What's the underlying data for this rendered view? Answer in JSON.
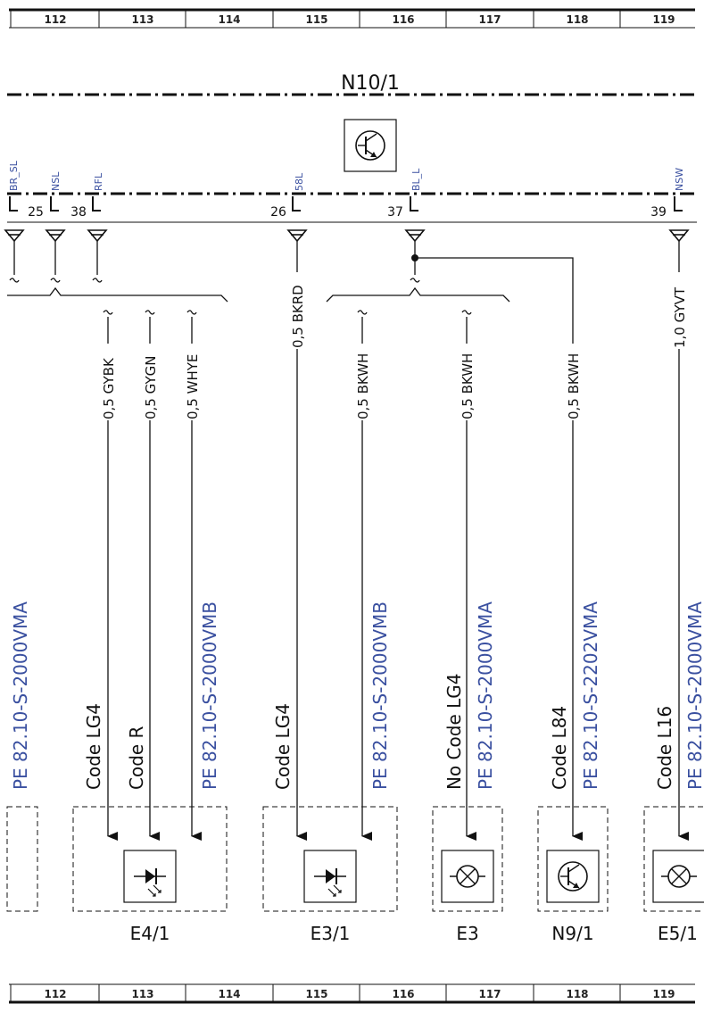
{
  "ruler": {
    "top": [
      "112",
      "113",
      "114",
      "115",
      "116",
      "117",
      "118",
      "119"
    ],
    "bottom": [
      "112",
      "113",
      "114",
      "115",
      "116",
      "117",
      "118",
      "119"
    ]
  },
  "control_unit": {
    "name": "N10/1",
    "icon": "transistor-icon"
  },
  "pins": [
    {
      "label": "BR_SL",
      "number": ""
    },
    {
      "label": "NSL",
      "number": "25"
    },
    {
      "label": "RFL",
      "number": "38"
    },
    {
      "label": "58L",
      "number": "26"
    },
    {
      "label": "BL_L",
      "number": "37"
    },
    {
      "label": "NSW",
      "number": "39"
    }
  ],
  "wires": [
    "0,5 GYBK",
    "0,5 GYGN",
    "0,5 WHYE",
    "0,5 BKRD",
    "0,5 BKWH",
    "0,5 BKWH",
    "0,5 BKWH",
    "1,0 GYVT"
  ],
  "partial_wire_label": "",
  "codes": [
    "Code LG4",
    "Code R",
    "Code LG4",
    "No Code LG4",
    "Code L84",
    "Code L16"
  ],
  "refs": [
    "PE 82.10-S-2000VMA",
    "PE 82.10-S-2000VMB",
    "PE 82.10-S-2000VMB",
    "PE 82.10-S-2000VMA",
    "PE 82.10-S-2202VMA",
    "PE 82.10-S-2000VMA"
  ],
  "components": [
    {
      "name": "E4/1",
      "icon": "led-icon"
    },
    {
      "name": "E3/1",
      "icon": "led-icon"
    },
    {
      "name": "E3",
      "icon": "lamp-icon"
    },
    {
      "name": "N9/1",
      "icon": "transistor-icon"
    },
    {
      "name": "E5/1",
      "icon": "lamp-icon"
    }
  ],
  "colors": {
    "line": "#111111",
    "reference": "#3a50a0"
  }
}
